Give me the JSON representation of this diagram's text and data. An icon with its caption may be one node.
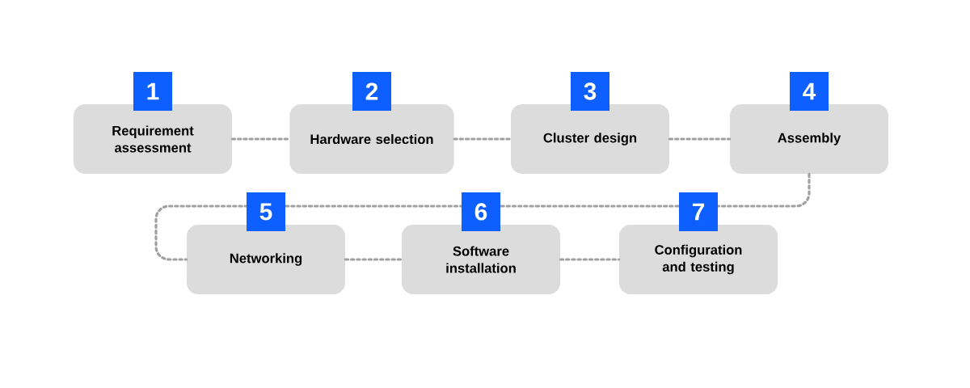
{
  "diagram": {
    "nodes": [
      {
        "text": [
          "Requirement assessment"
        ],
        "beside": [
          "1"
        ]
      },
      {
        "text": [
          "Hardware selection"
        ],
        "beside": [
          "2"
        ]
      },
      {
        "text": [
          "Cluster design"
        ],
        "beside": [
          "3"
        ]
      },
      {
        "text": [
          "Assembly"
        ],
        "beside": [
          "4"
        ]
      },
      {
        "text": [
          "Networking"
        ],
        "beside": [
          "5"
        ]
      },
      {
        "text": [
          "Software installation"
        ],
        "beside": [
          "6"
        ]
      },
      {
        "text": [
          "Configuration and testing"
        ],
        "beside": [
          "7"
        ]
      }
    ],
    "edges": [
      {
        "from": 0,
        "to": 1,
        "arrow": "none"
      },
      {
        "from": 1,
        "to": 2,
        "arrow": "none"
      },
      {
        "from": 2,
        "to": 3,
        "arrow": "none"
      },
      {
        "from": 3,
        "to": 4,
        "arrow": "none"
      },
      {
        "from": 4,
        "to": 5,
        "arrow": "none"
      },
      {
        "from": 5,
        "to": 6,
        "arrow": "none"
      }
    ]
  }
}
